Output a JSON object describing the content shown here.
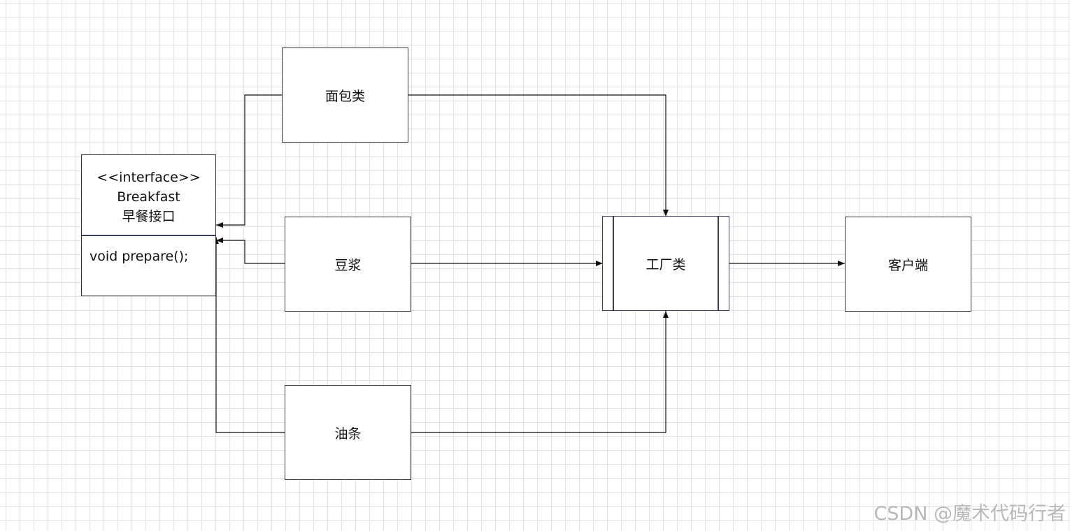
{
  "interface": {
    "stereotype": "<<interface>>",
    "name": "Breakfast",
    "label_cn": "早餐接口",
    "method": "void prepare();"
  },
  "nodes": {
    "bread": "面包类",
    "soymilk": "豆浆",
    "youtiao": "油条",
    "factory": "工厂类",
    "client": "客户端"
  },
  "watermark": "CSDN @魔术代码行者"
}
